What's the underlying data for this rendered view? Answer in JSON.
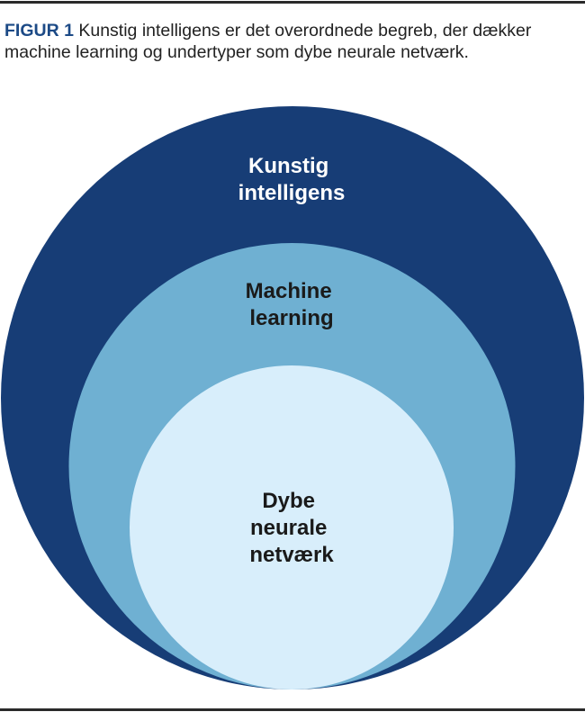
{
  "caption": {
    "figure_label": "FIGUR 1",
    "text": "Kunstig intelligens er det overordnede begreb, der dækker machine learning og undertyper som dybe neurale netværk."
  },
  "diagram": {
    "type": "nested-circles",
    "circles": [
      {
        "id": "ai",
        "label_lines": [
          "Kunstig",
          "intelligens"
        ],
        "fill": "#173d76",
        "text_color": "#ffffff"
      },
      {
        "id": "ml",
        "label_lines": [
          "Machine",
          "learning"
        ],
        "fill": "#6fb0d2",
        "text_color": "#1a1a1a"
      },
      {
        "id": "dnn",
        "label_lines": [
          "Dybe",
          "neurale",
          "netværk"
        ],
        "fill": "#d8eefb",
        "text_color": "#1a1a1a"
      }
    ]
  }
}
